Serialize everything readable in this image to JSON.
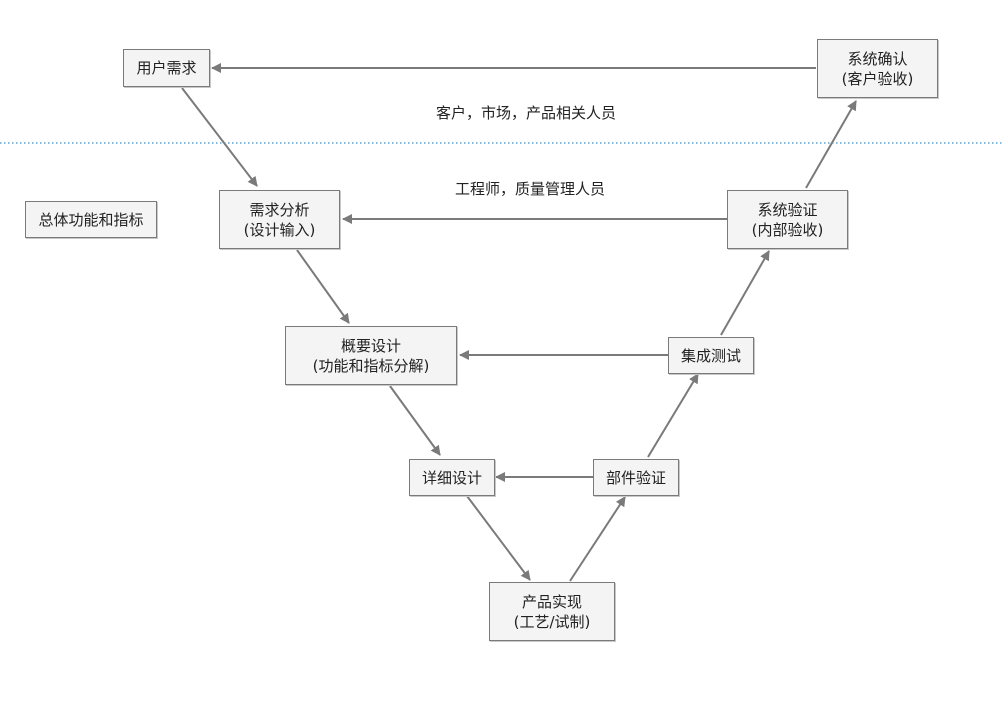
{
  "nodes": {
    "user_req": {
      "line1": "用户需求"
    },
    "req_analysis": {
      "line1": "需求分析",
      "line2": "(设计输入)"
    },
    "prelim_design": {
      "line1": "概要设计",
      "line2": "(功能和指标分解)"
    },
    "detail_design": {
      "line1": "详细设计"
    },
    "product_impl": {
      "line1": "产品实现",
      "line2": "(工艺/试制)"
    },
    "component_verify": {
      "line1": "部件验证"
    },
    "integration_test": {
      "line1": "集成测试"
    },
    "system_verify": {
      "line1": "系统验证",
      "line2": "(内部验收)"
    },
    "system_confirm": {
      "line1": "系统确认",
      "line2": "(客户验收)"
    },
    "overall_func": {
      "line1": "总体功能和指标"
    }
  },
  "captions": {
    "customer_side": "客户，市场，产品相关人员",
    "engineer_side": "工程师，质量管理人员"
  },
  "colors": {
    "line": "#7a7a7a",
    "divider": "#3b8fc4",
    "box_fill": "#f4f4f4",
    "box_border": "#7a7a7a"
  }
}
